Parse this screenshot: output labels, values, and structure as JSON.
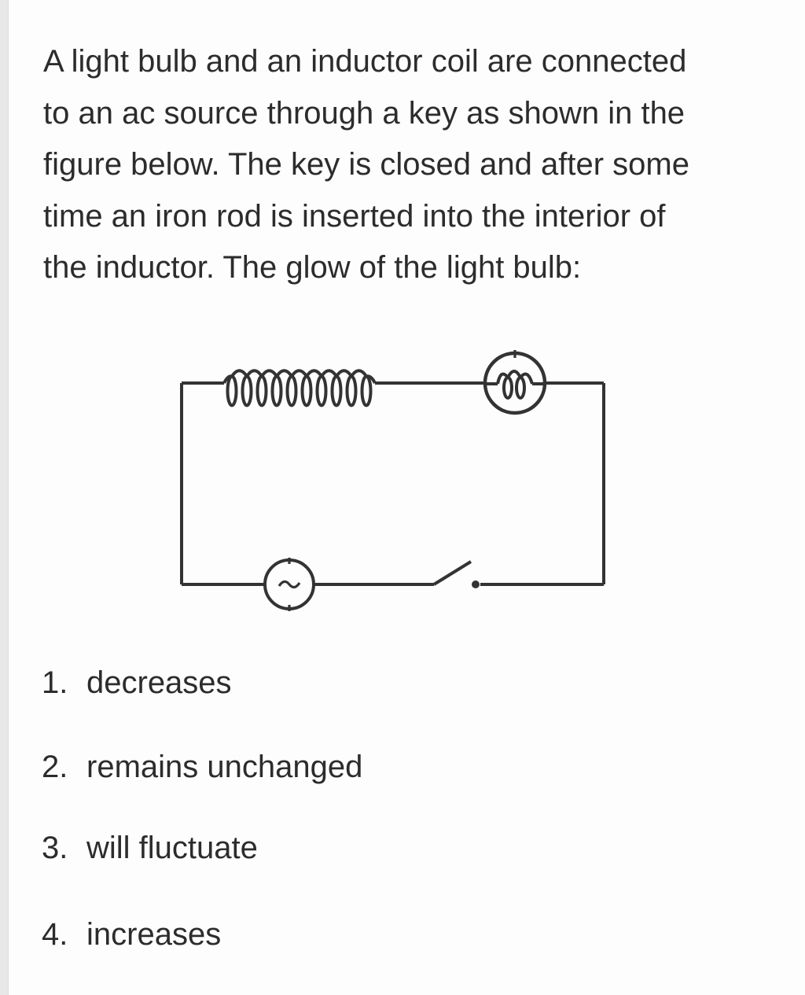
{
  "question": {
    "lines": [
      "A light bulb and an inductor coil are connected",
      "to an ac source through a key as shown in the",
      "figure below. The key is closed and after some",
      "time an iron rod is inserted into the interior of",
      "the inductor. The glow of the light bulb:"
    ]
  },
  "figure": {
    "type": "series circuit diagram",
    "components": [
      "inductor coil",
      "light bulb",
      "ac source",
      "open key switch"
    ],
    "colors": {
      "line": "#333333",
      "background": "#fdfdfd",
      "left_strip": "#e8e8e8",
      "text": "#2c2c2c"
    }
  },
  "options": [
    {
      "number": "1.",
      "label": "decreases"
    },
    {
      "number": "2.",
      "label": "remains unchanged"
    },
    {
      "number": "3.",
      "label": "will fluctuate"
    },
    {
      "number": "4.",
      "label": "increases"
    }
  ]
}
